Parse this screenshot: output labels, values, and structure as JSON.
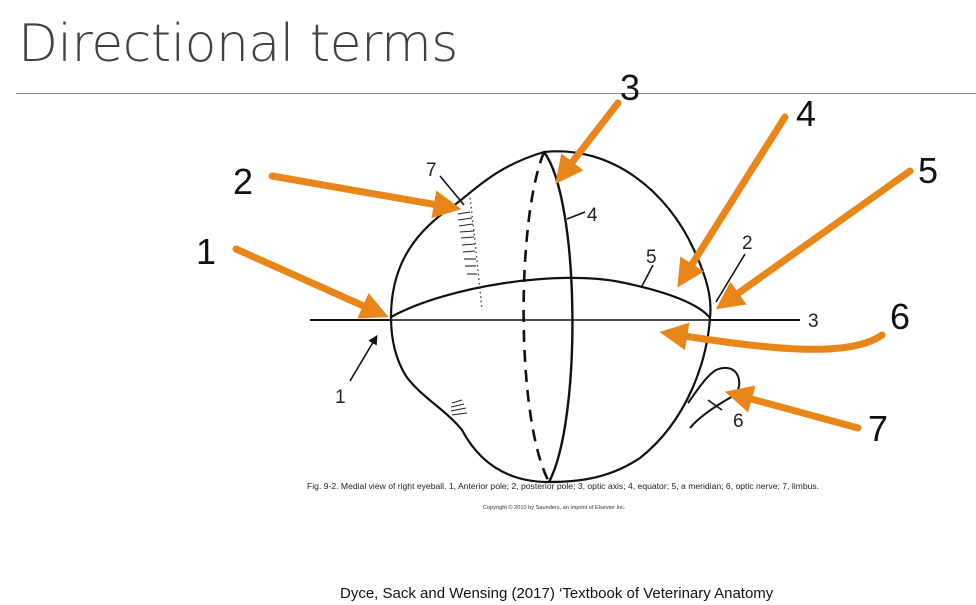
{
  "slide": {
    "title": "Directional terms",
    "citation": "Dyce, Sack and Wensing (2017) ‘Textbook of Veterinary Anatomy"
  },
  "figure": {
    "caption": "Fig. 9-2. Medial view of right eyeball. 1, Anterior pole; 2, posterior pole; 3, optic axis; 4, equator; 5, a meridian; 6, optic nerve; 7, limbus.",
    "copyright": "Copyright © 2010 by Saunders, an imprint of Elsevier Inc.",
    "labels": {
      "l1": "1",
      "l2": "2",
      "l3": "3",
      "l4": "4",
      "l5": "5",
      "l6": "6",
      "l7": "7"
    }
  },
  "annotations": {
    "arrow_color": "#E8861A",
    "labels": {
      "a1": "1",
      "a2": "2",
      "a3": "3",
      "a4": "4",
      "a5": "5",
      "a6": "6",
      "a7": "7"
    }
  }
}
